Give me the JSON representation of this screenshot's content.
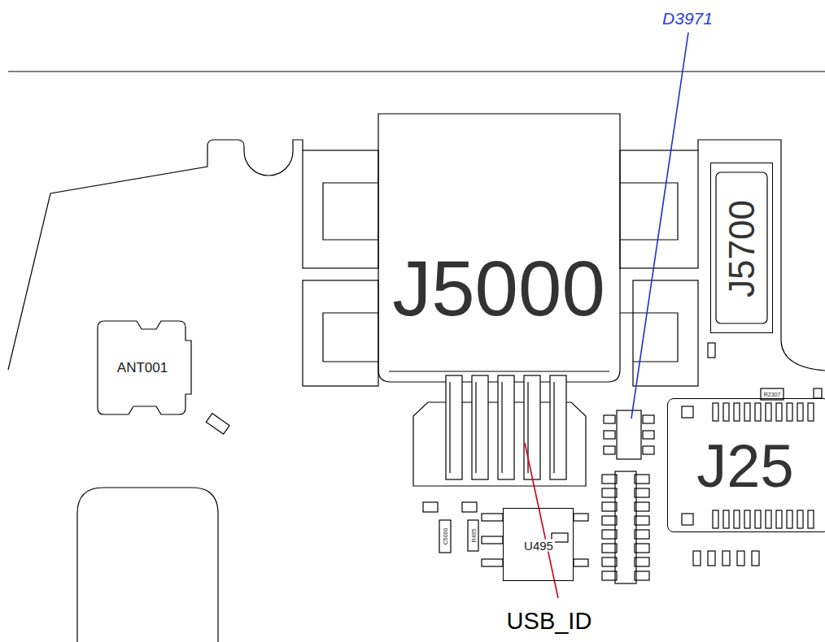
{
  "diagram": {
    "nodes": [
      {
        "text": [
          "J5000"
        ]
      },
      {
        "text": [
          "J5700"
        ]
      },
      {
        "text": [
          "ANT001"
        ]
      },
      {
        "text": [
          "J25"
        ]
      },
      {
        "text": [
          "U495"
        ]
      }
    ],
    "labels": [
      "D3971",
      "R2307",
      "C5000",
      "R495",
      "USB_ID"
    ]
  }
}
